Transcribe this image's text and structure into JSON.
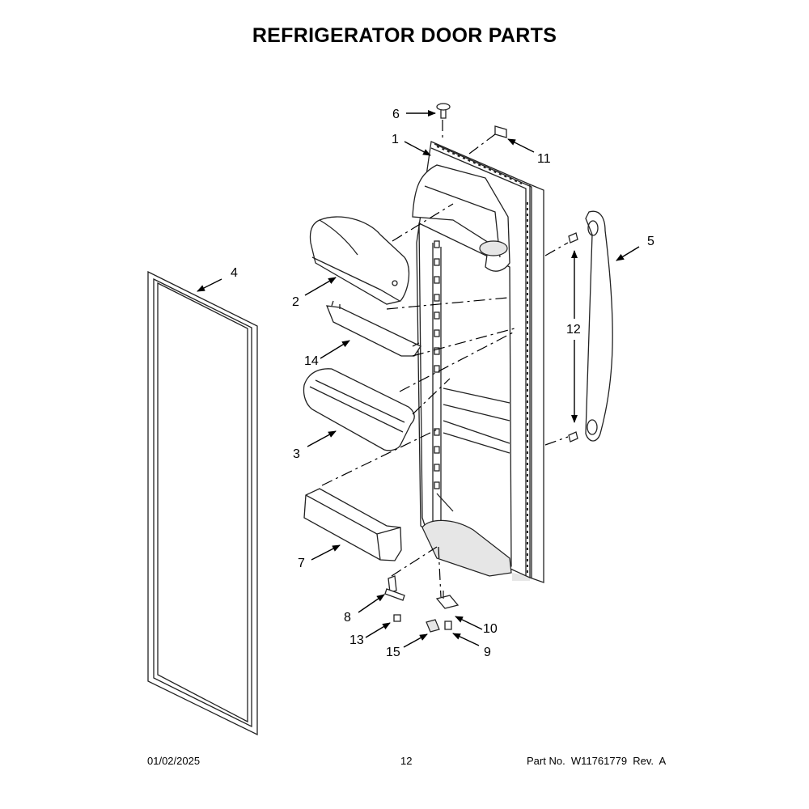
{
  "title": "REFRIGERATOR DOOR PARTS",
  "callouts": {
    "c1": "1",
    "c2": "2",
    "c3": "3",
    "c4": "4",
    "c5": "5",
    "c6": "6",
    "c7": "7",
    "c8": "8",
    "c9": "9",
    "c10": "10",
    "c11": "11",
    "c12": "12",
    "c13": "13",
    "c14": "14",
    "c15": "15"
  },
  "footer": {
    "date": "01/02/2025",
    "page": "12",
    "part": "Part No.  W11761779  Rev.  A"
  }
}
